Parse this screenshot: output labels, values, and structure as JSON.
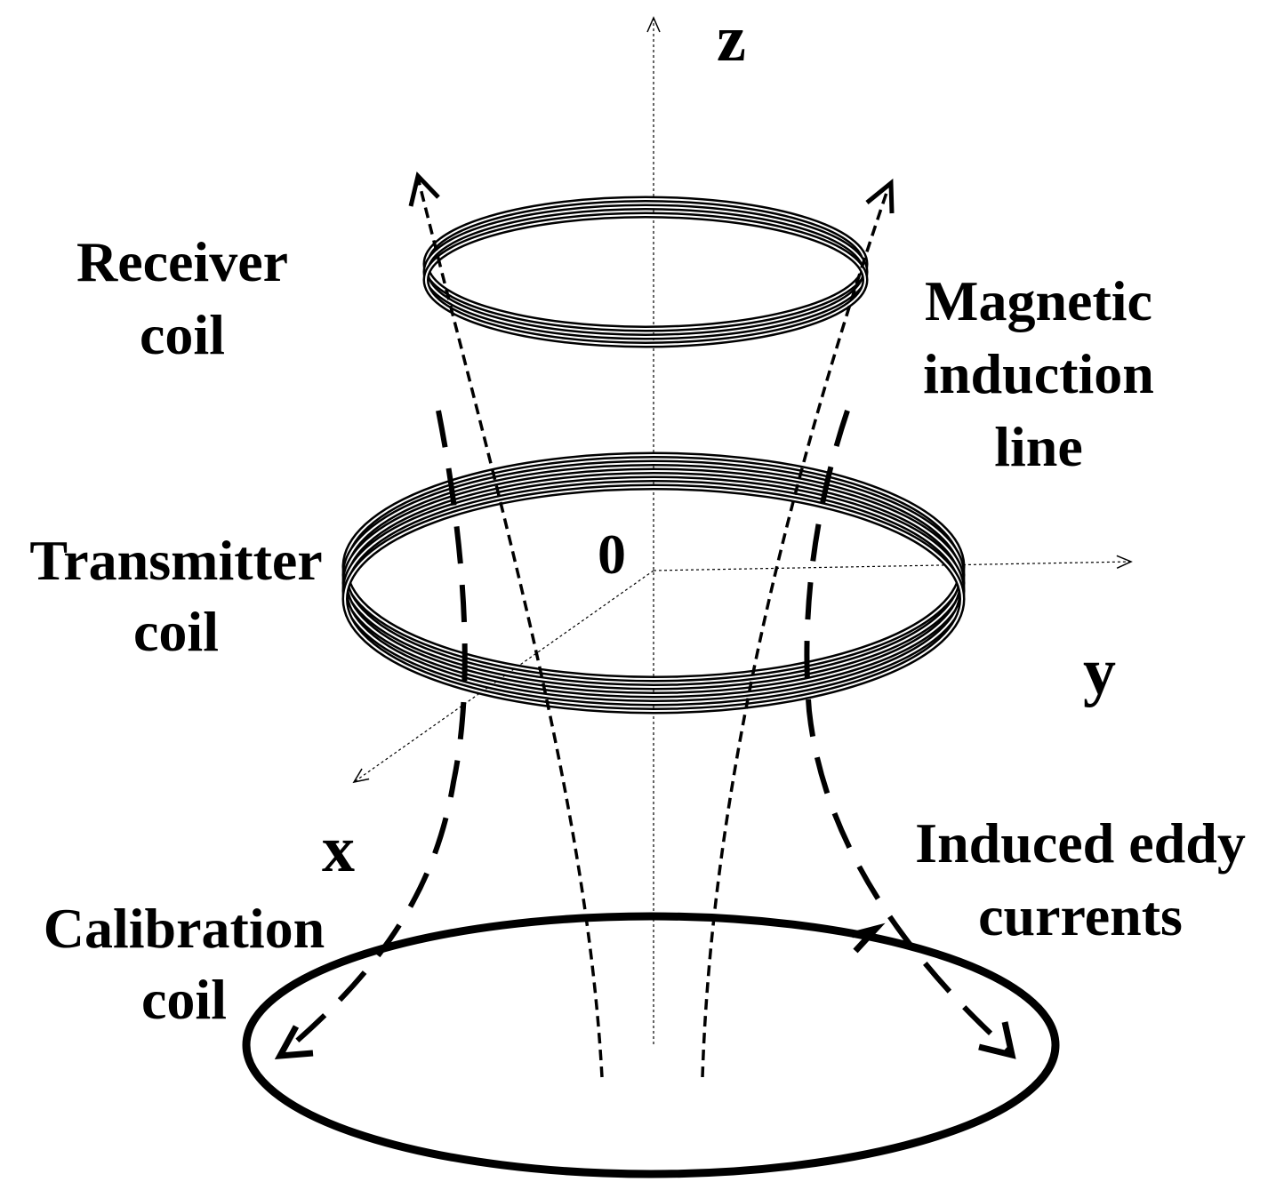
{
  "labels": {
    "receiver_coil": [
      "Receiver",
      "coil"
    ],
    "transmitter_coil": [
      "Transmitter",
      "coil"
    ],
    "calibration_coil": [
      "Calibration",
      "coil"
    ],
    "magnetic_induction_line": [
      "Magnetic",
      "induction",
      "line"
    ],
    "induced_eddy_currents": [
      "Induced eddy",
      "currents"
    ]
  },
  "axes": {
    "z": "z",
    "y": "y",
    "x": "x",
    "origin": "0"
  },
  "colors": {
    "line": "#000000",
    "coil_inner": "#ffffff",
    "background": "#ffffff"
  }
}
